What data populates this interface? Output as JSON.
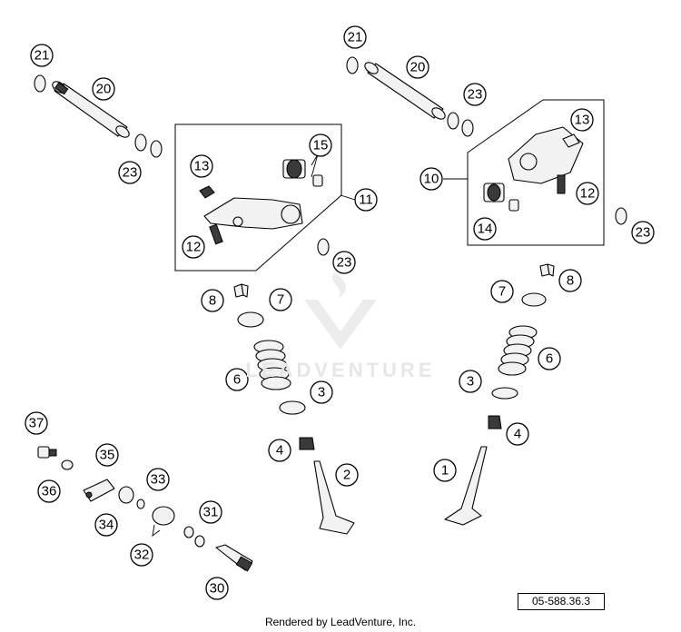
{
  "watermark": {
    "text": "LEADVENTURE"
  },
  "reference_code": "05-588.36.3",
  "credit": "Rendered by LeadVenture, Inc.",
  "callouts": {
    "c21a": "21",
    "c20a": "20",
    "c23a": "23",
    "c21b": "21",
    "c20b": "20",
    "c23b": "23",
    "c13a": "13",
    "c15": "15",
    "c11": "11",
    "c12a": "12",
    "c23c": "23",
    "c13b": "13",
    "c10": "10",
    "c12b": "12",
    "c14": "14",
    "c23d": "23",
    "c8a": "8",
    "c7a": "7",
    "c6a": "6",
    "c3a": "3",
    "c4a": "4",
    "c2": "2",
    "c8b": "8",
    "c7b": "7",
    "c6b": "6",
    "c3b": "3",
    "c4b": "4",
    "c1": "1",
    "c37": "37",
    "c35": "35",
    "c36": "36",
    "c33": "33",
    "c34": "34",
    "c31": "31",
    "c32": "32",
    "c30": "30"
  }
}
